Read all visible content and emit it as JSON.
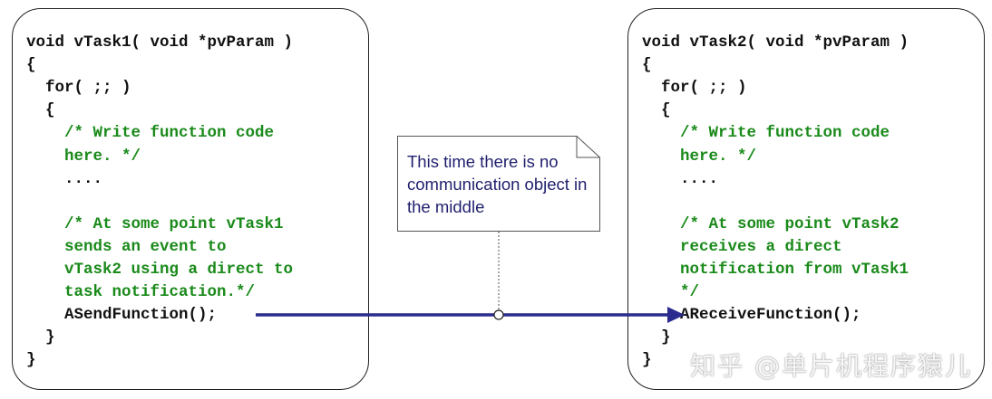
{
  "task1": {
    "lines": [
      {
        "text": "void vTask1( void *pvParam )",
        "type": "code"
      },
      {
        "text": "{",
        "type": "code"
      },
      {
        "text": "  for( ;; )",
        "type": "code"
      },
      {
        "text": "  {",
        "type": "code"
      },
      {
        "text": "    /* Write function code",
        "type": "comment"
      },
      {
        "text": "    here. */",
        "type": "comment"
      },
      {
        "text": "    ....",
        "type": "code"
      },
      {
        "text": "",
        "type": "code"
      },
      {
        "text": "    /* At some point vTask1",
        "type": "comment"
      },
      {
        "text": "    sends an event to",
        "type": "comment"
      },
      {
        "text": "    vTask2 using a direct to",
        "type": "comment"
      },
      {
        "text": "    task notification.*/",
        "type": "comment"
      },
      {
        "text": "    ASendFunction();",
        "type": "code"
      },
      {
        "text": "  }",
        "type": "code"
      },
      {
        "text": "}",
        "type": "code"
      }
    ]
  },
  "task2": {
    "lines": [
      {
        "text": "void vTask2( void *pvParam )",
        "type": "code"
      },
      {
        "text": "{",
        "type": "code"
      },
      {
        "text": "  for( ;; )",
        "type": "code"
      },
      {
        "text": "  {",
        "type": "code"
      },
      {
        "text": "    /* Write function code",
        "type": "comment"
      },
      {
        "text": "    here. */",
        "type": "comment"
      },
      {
        "text": "    ....",
        "type": "code"
      },
      {
        "text": "",
        "type": "code"
      },
      {
        "text": "    /* At some point vTask2",
        "type": "comment"
      },
      {
        "text": "    receives a direct",
        "type": "comment"
      },
      {
        "text": "    notification from vTask1",
        "type": "comment"
      },
      {
        "text": "    */",
        "type": "comment"
      },
      {
        "text": "    AReceiveFunction();",
        "type": "code"
      },
      {
        "text": "  }",
        "type": "code"
      },
      {
        "text": "}",
        "type": "code"
      }
    ]
  },
  "note": {
    "text": "This time there is no communication object in the middle"
  },
  "watermark": {
    "text": "知乎 @单片机程序猿儿"
  },
  "colors": {
    "code": "#111111",
    "comment": "#1a8a1a",
    "arrow": "#2b2b8f",
    "note_text": "#1f1f6e"
  }
}
